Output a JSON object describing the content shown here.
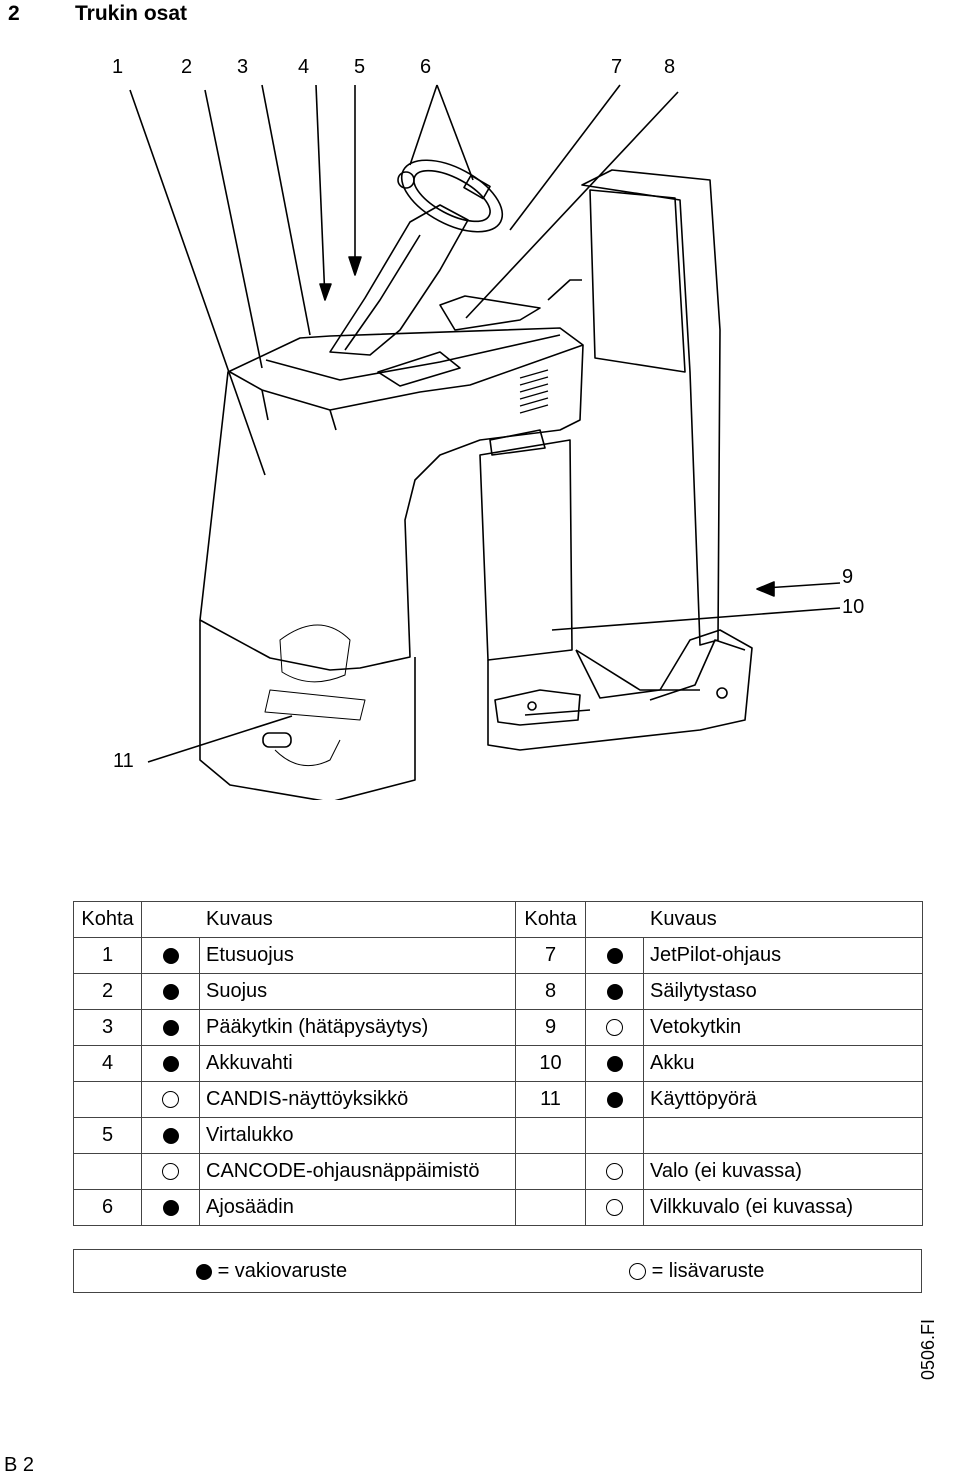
{
  "header": {
    "section_number": "2",
    "title": "Trukin osat"
  },
  "callouts": [
    "1",
    "2",
    "3",
    "4",
    "5",
    "6",
    "7",
    "8",
    "9",
    "10",
    "11"
  ],
  "table": {
    "headers": [
      "Kohta",
      "Kuvaus",
      "Kohta",
      "Kuvaus"
    ],
    "rows": [
      {
        "l_num": "1",
        "l_sym": "std",
        "l_desc": "Etusuojus",
        "r_num": "7",
        "r_sym": "std",
        "r_desc": "JetPilot-ohjaus"
      },
      {
        "l_num": "2",
        "l_sym": "std",
        "l_desc": "Suojus",
        "r_num": "8",
        "r_sym": "std",
        "r_desc": "Säilytystaso"
      },
      {
        "l_num": "3",
        "l_sym": "std",
        "l_desc": "Pääkytkin (hätäpysäytys)",
        "r_num": "9",
        "r_sym": "opt",
        "r_desc": "Vetokytkin"
      },
      {
        "l_num": "4",
        "l_sym": "std",
        "l_desc": "Akkuvahti",
        "r_num": "10",
        "r_sym": "std",
        "r_desc": "Akku"
      },
      {
        "l_num": "",
        "l_sym": "opt",
        "l_desc": "CANDIS-näyttöyksikkö",
        "r_num": "11",
        "r_sym": "std",
        "r_desc": "Käyttöpyörä"
      },
      {
        "l_num": "5",
        "l_sym": "std",
        "l_desc": "Virtalukko",
        "r_num": "",
        "r_sym": "",
        "r_desc": ""
      },
      {
        "l_num": "",
        "l_sym": "opt",
        "l_desc": "CANCODE-ohjausnäppäimistö",
        "r_num": "",
        "r_sym": "opt",
        "r_desc": "Valo (ei kuvassa)"
      },
      {
        "l_num": "6",
        "l_sym": "std",
        "l_desc": "Ajosäädin",
        "r_num": "",
        "r_sym": "opt",
        "r_desc": "Vilkkuvalo (ei kuvassa)"
      }
    ]
  },
  "key": {
    "standard": "= vakiovaruste",
    "optional": "= lisävaruste"
  },
  "footer": {
    "page": "B 2",
    "code": "0506.FI"
  }
}
